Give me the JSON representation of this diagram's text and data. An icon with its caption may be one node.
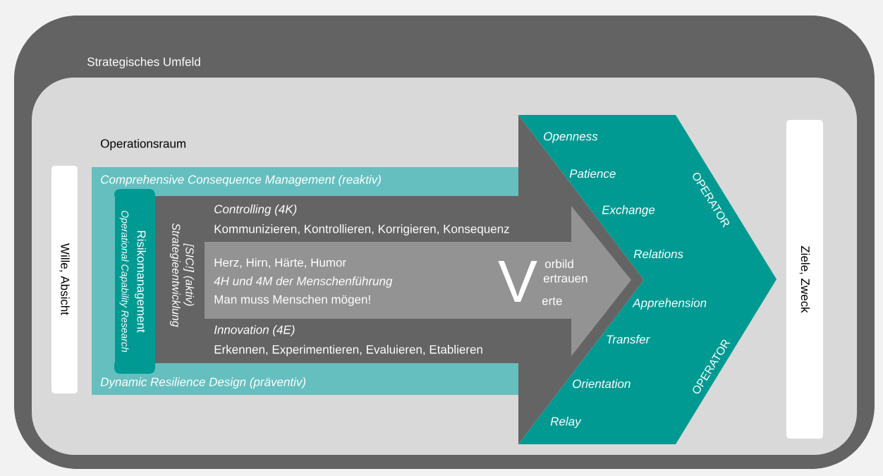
{
  "diagram": {
    "nodes": [
      {
        "text": [
          "Strategisches Umfeld"
        ]
      },
      {
        "text": [
          "Operationsraum"
        ],
        "in": 0
      },
      {
        "text": [
          "Wille, Absicht"
        ],
        "in": 1
      },
      {
        "text": [
          "Ziele, Zweck"
        ],
        "in": 1
      },
      {
        "text": [
          "Comprehensive Consequence Management (reaktiv)"
        ],
        "in": 1
      },
      {
        "text": [
          "Dynamic Resilience Design (präventiv)"
        ],
        "in": 1
      },
      {
        "text": [
          "Openness",
          "Patience",
          "Exchange",
          "Relations",
          "Apprehension",
          "Transfer",
          "Orientation",
          "Relay",
          "OPERATOR",
          "OPERATOR"
        ],
        "in": 1
      },
      {
        "text": [
          "[SIC!] (aktiv) Strategieentwicklung",
          "Controlling (4K)",
          "Kommunizieren, Kontrollieren, Korrigieren, Konsequenz",
          "Innovation (4E)",
          "Erkennen, Experimentieren, Evaluieren, Etablieren"
        ],
        "in": 1
      },
      {
        "text": [
          "Risikomanagement",
          "Operational Capability Research"
        ],
        "in": 1
      },
      {
        "text": [
          "Herz, Hirn, Härte, Humor",
          "4H und 4M der Menschenführung",
          "Man muss Menschen mögen!",
          "V",
          "orbild",
          "ertrauen",
          "erte"
        ],
        "in": 7
      },
      {
        "text": [],
        "shape": "bar",
        "in": 1
      }
    ]
  }
}
